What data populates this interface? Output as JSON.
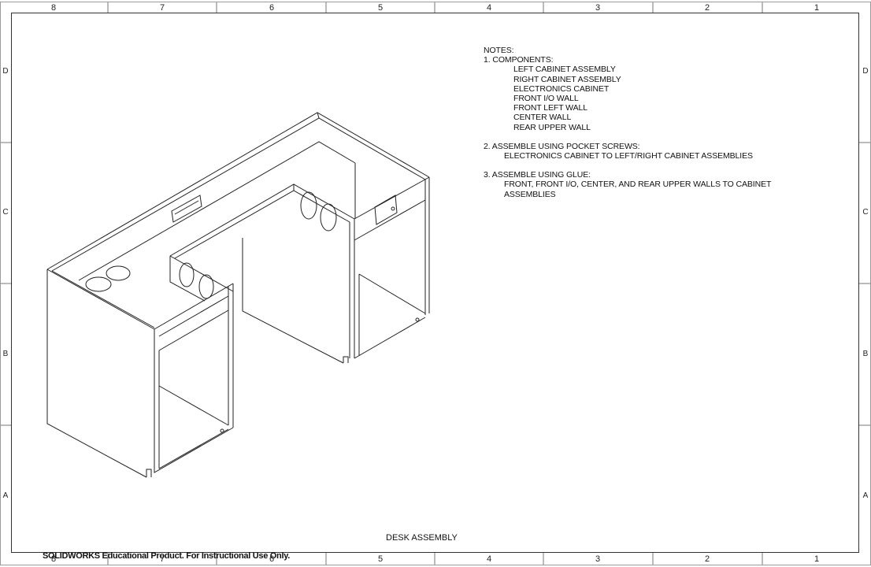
{
  "zones": {
    "columns": [
      "8",
      "7",
      "6",
      "5",
      "4",
      "3",
      "2",
      "1"
    ],
    "rows": [
      "D",
      "C",
      "B",
      "A"
    ]
  },
  "notes": {
    "heading": "NOTES:",
    "note1": {
      "title": "1. COMPONENTS:",
      "items": [
        "LEFT CABINET ASSEMBLY",
        "RIGHT CABINET ASSEMBLY",
        "ELECTRONICS CABINET",
        "FRONT I/O WALL",
        "FRONT LEFT WALL",
        "CENTER WALL",
        "REAR UPPER WALL"
      ]
    },
    "note2": {
      "title": "2. ASSEMBLE USING POCKET SCREWS:",
      "line": "ELECTRONICS CABINET TO LEFT/RIGHT CABINET ASSEMBLIES"
    },
    "note3": {
      "title": "3. ASSEMBLE USING GLUE:",
      "lines": [
        "FRONT, FRONT I/O, CENTER, AND REAR UPPER WALLS TO CABINET",
        "ASSEMBLIES"
      ]
    }
  },
  "drawing_title": "DESK ASSEMBLY",
  "watermark": "SOLIDWORKS Educational Product. For Instructional Use Only."
}
